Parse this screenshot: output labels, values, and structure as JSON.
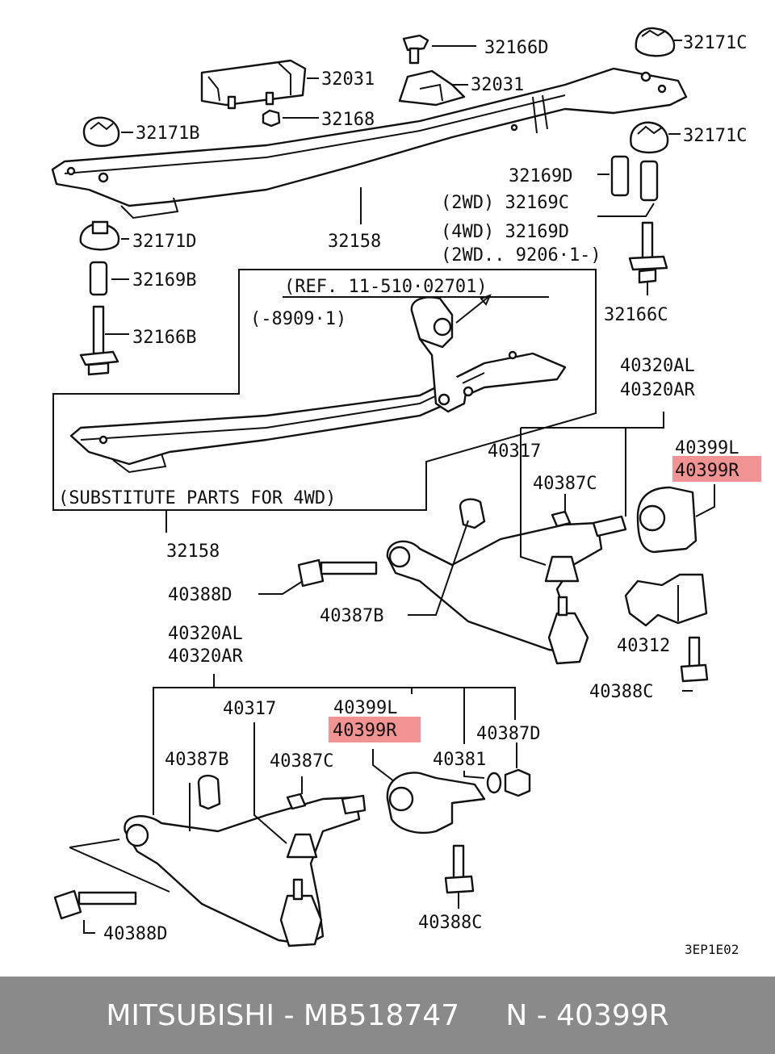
{
  "diagram": {
    "labels": {
      "p32166D_top": "32166D",
      "p32171C_top": "32171C",
      "p32031_left": "32031",
      "p32031_right": "32031",
      "p32168": "32168",
      "p32171B": "32171B",
      "p32171C_mid": "32171C",
      "p32169D_a": "32169D",
      "p32169C": "(2WD) 32169C",
      "p32169D_b": "(4WD) 32169D",
      "p2wd_note": "(2WD.. 9206·1-)",
      "p32171D": "32171D",
      "p32158_top": "32158",
      "p32169B": "32169B",
      "p32166B": "32166B",
      "p32166C": "32166C",
      "ref_note": "(REF. 11-510·02701)",
      "date_note": "(-8909·1)",
      "substitute_note": "(SUBSTITUTE PARTS FOR 4WD)",
      "p40320AL_a": "40320AL",
      "p40320AR_a": "40320AR",
      "p40317_a": "40317",
      "p40399L_a": "40399L",
      "p40399R_a": "40399R",
      "p40387C_a": "40387C",
      "p32158_bottom": "32158",
      "p40388D_a": "40388D",
      "p40387B_a": "40387B",
      "p40312": "40312",
      "p40388C_a": "40388C",
      "p40320AL_b": "40320AL",
      "p40320AR_b": "40320AR",
      "p40317_b": "40317",
      "p40399L_b": "40399L",
      "p40399R_b": "40399R",
      "p40387D": "40387D",
      "p40387B_b": "40387B",
      "p40387C_b": "40387C",
      "p40381": "40381",
      "p40388D_b": "40388D",
      "p40388C_b": "40388C",
      "diagram_code": "3EP1E02"
    },
    "highlight_color": "#f08080"
  },
  "footer": {
    "text": "MITSUBISHI - MB518747     N - 40399R",
    "background": "#8a8a8a"
  }
}
